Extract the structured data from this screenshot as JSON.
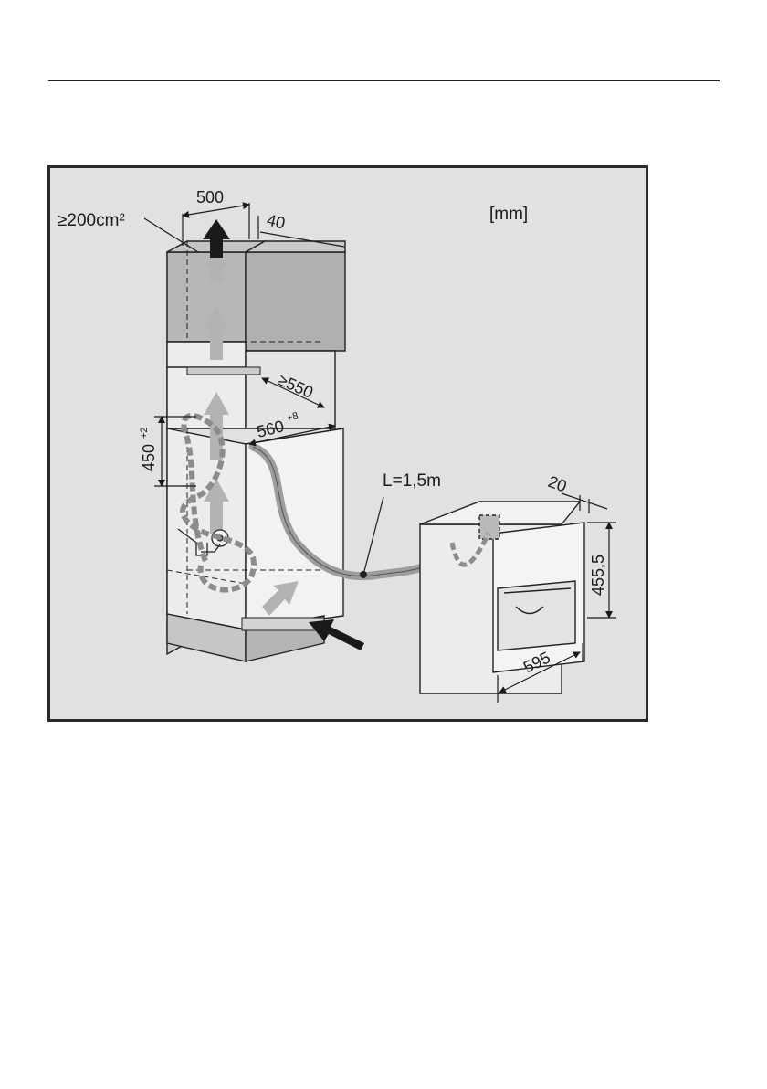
{
  "diagram": {
    "unit_label": "[mm]",
    "vent_area": "≥200cm²",
    "width_top": "500",
    "rear_gap": "40",
    "depth_min": "≥550",
    "niche_width": "560",
    "niche_width_tol": "+8",
    "niche_height": "450",
    "niche_height_tol": "+2",
    "cable_length": "L=1,5m",
    "front_depth": "20",
    "appliance_height": "455,5",
    "appliance_width": "595",
    "colors": {
      "background": "#e1e1e1",
      "frame": "#2a2a2a",
      "cabinet_dark": "#b7b7b7",
      "cabinet_light": "#e9e9e9",
      "airflow_arrow": "#b3b3b3",
      "inlet_arrow": "#1a1a1a",
      "cable": "#9d9d9d"
    },
    "icons": [
      "airflow-arrow-icon",
      "air-inlet-arrow-icon",
      "water-tap-icon",
      "dimension-arrow-icon"
    ]
  }
}
